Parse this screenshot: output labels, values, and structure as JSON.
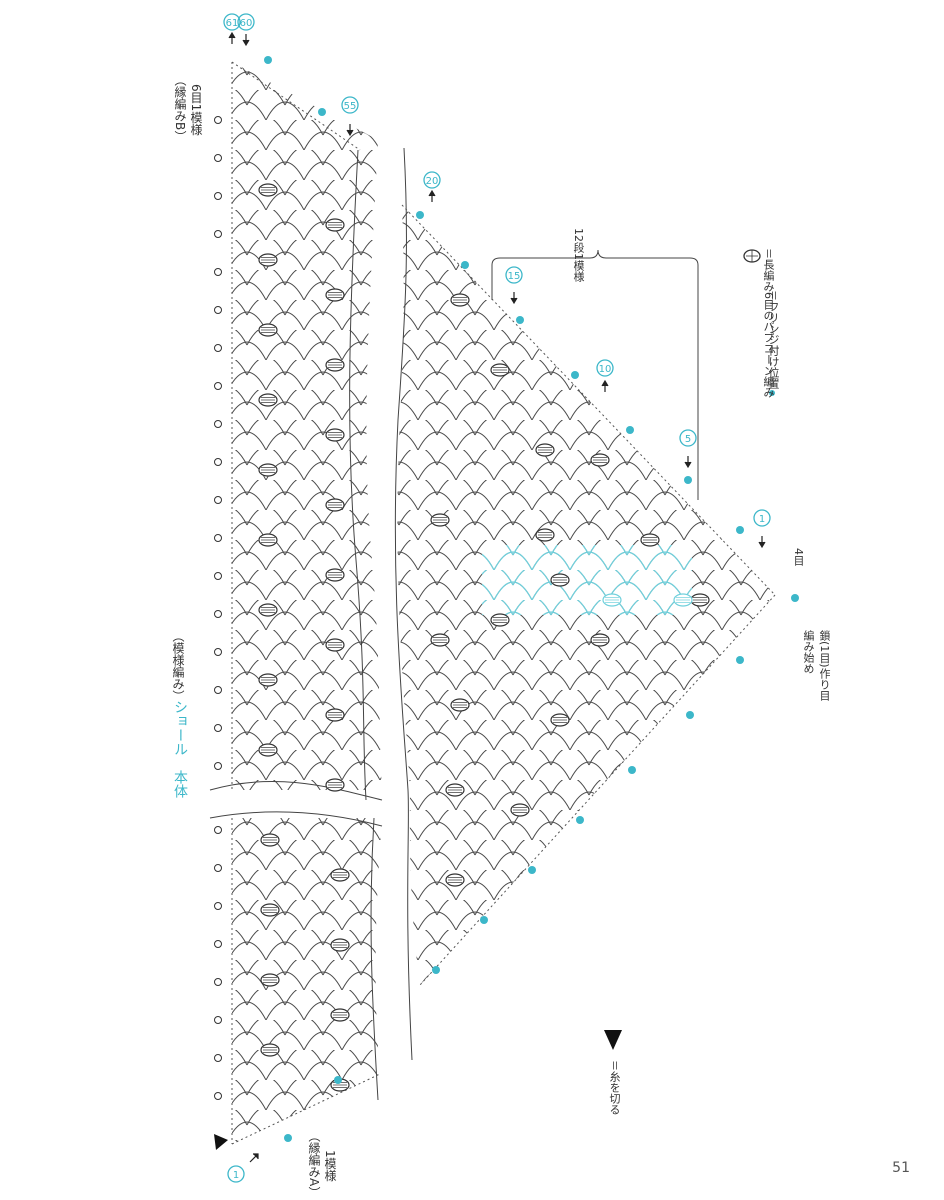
{
  "title": "ショール　本体",
  "subtitle": "（模様編み）",
  "edge_b": "（縁編みB）",
  "edge_b_repeat": "6目1模様",
  "edge_a": "（縁編みA）",
  "edge_a_repeat": "1模様",
  "repeat_12": "12段1模様",
  "start_chain": "編み始め",
  "start_chain2": "鎖(1目)作り目",
  "four_st": "4目",
  "legend_popcorn": "＝長編み6目のパプコーン編み",
  "legend_fringe": "＝フリンジ付け位置",
  "legend_cut": "＝糸を切る",
  "rows": [
    "61",
    "60",
    "55",
    "20",
    "15",
    "10",
    "5",
    "1",
    "1"
  ],
  "page_number": "51",
  "colors": {
    "line": "#3a3a3a",
    "accent": "#3cb7c9",
    "cyan": "#6fd0dc"
  },
  "icons": [
    "popcorn-icon",
    "fringe-dot-icon",
    "cut-triangle-icon",
    "arrow-icon"
  ]
}
